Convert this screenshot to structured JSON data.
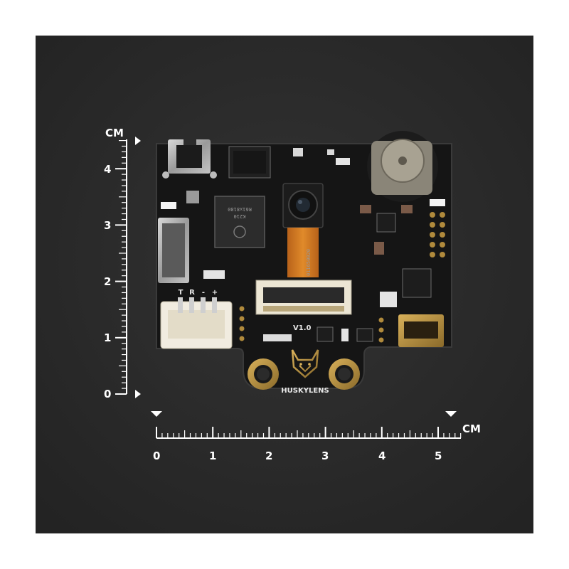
{
  "scene": {
    "background_color": "#2a2a2a",
    "board_color": "#141414",
    "gold_color": "#b08a3c",
    "scale_color": "#ffffff"
  },
  "vertical_scale": {
    "unit": "CM",
    "labels": [
      "0",
      "1",
      "2",
      "3",
      "4"
    ]
  },
  "horizontal_scale": {
    "unit": "CM",
    "labels": [
      "0",
      "1",
      "2",
      "3",
      "4",
      "5"
    ]
  },
  "board": {
    "connector_pins": [
      "T",
      "R",
      "-",
      "+"
    ],
    "version": "V1.0",
    "brand": "HUSKYLENS",
    "flex_marking": "011650020",
    "chip_marking_line1": "K210",
    "chip_marking_line2": "R61x8180"
  }
}
